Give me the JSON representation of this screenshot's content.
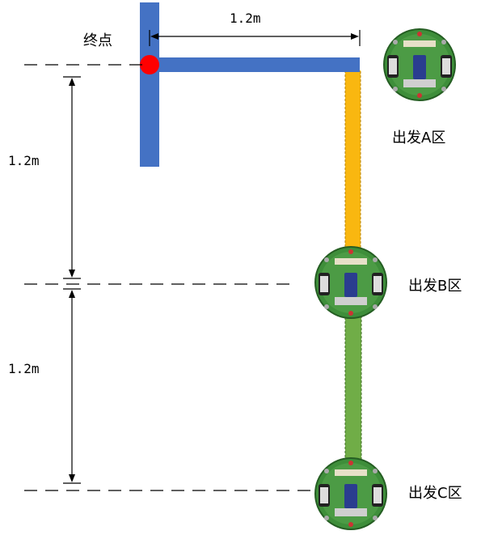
{
  "labels": {
    "finish": "终点",
    "distance_top": "1.2m",
    "distance_upper": "1.2m",
    "distance_lower": "1.2m",
    "start_a": "出发A区",
    "start_b": "出发B区",
    "start_c": "出发C区"
  },
  "colors": {
    "track_blue": "#4472C4",
    "track_orange": "#F9B710",
    "track_green": "#70AD47",
    "finish_dot": "#FF0000",
    "robot_board": "#3E8E3A"
  }
}
